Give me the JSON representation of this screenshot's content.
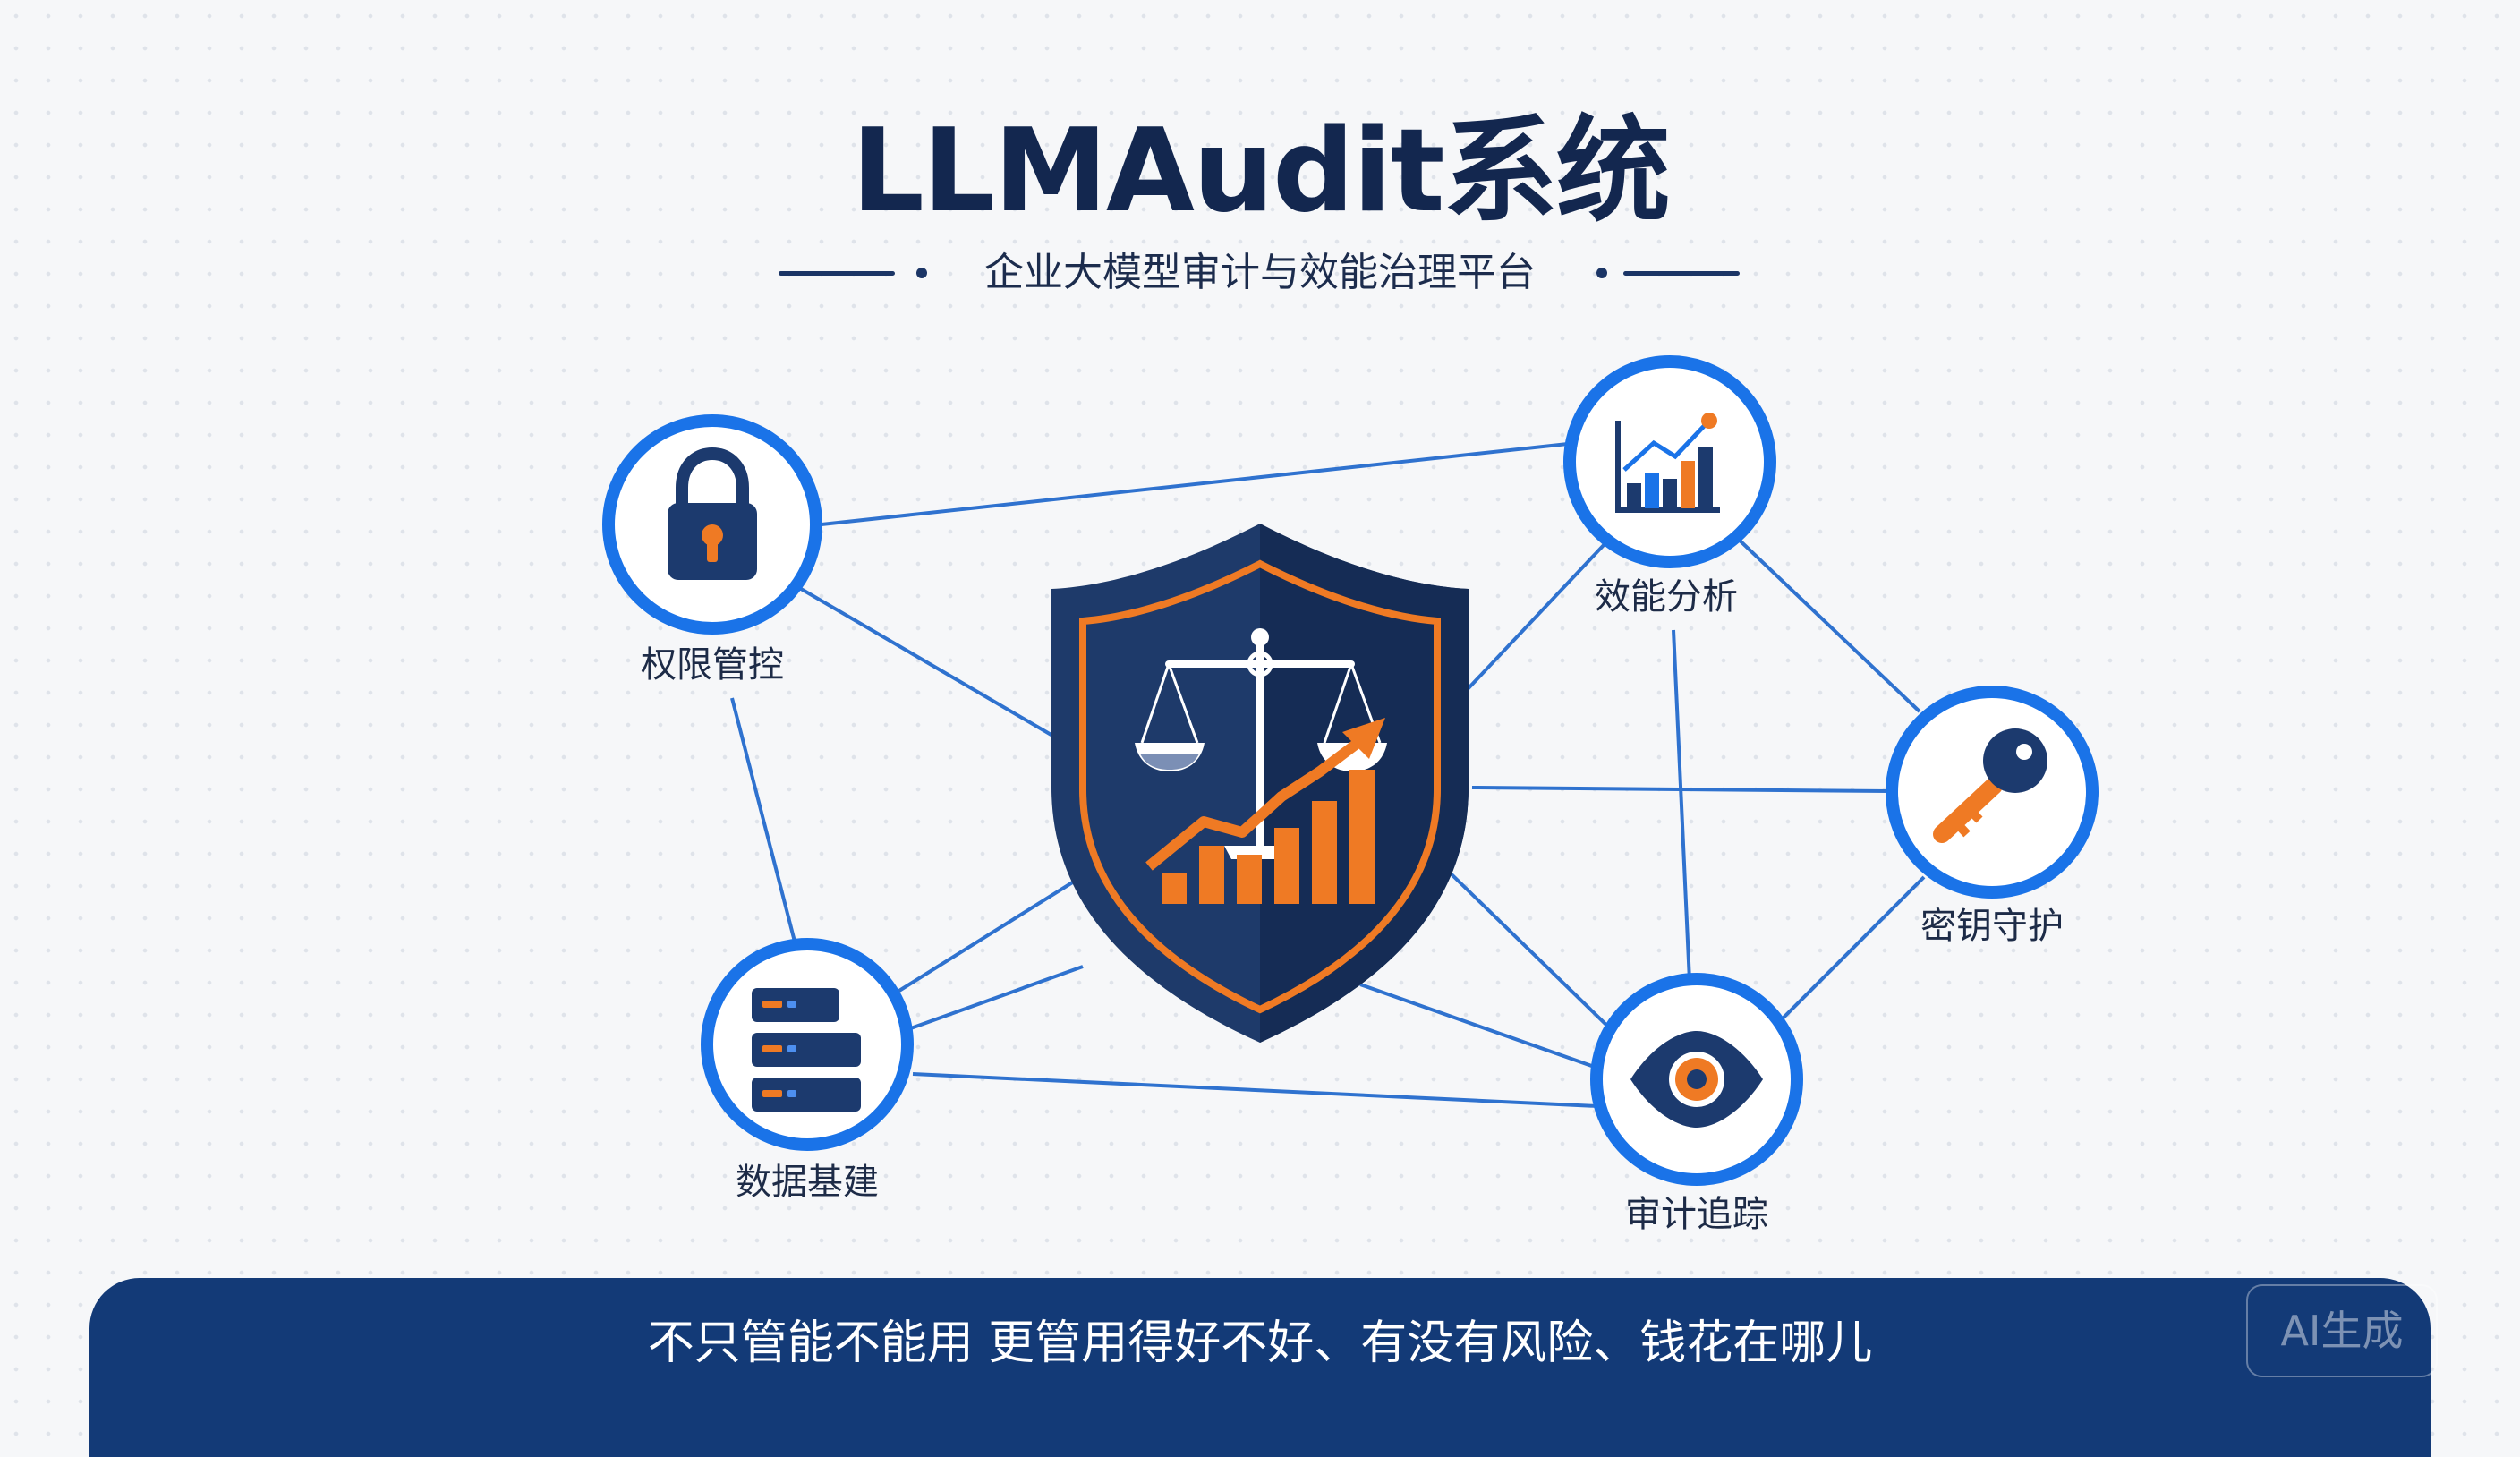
{
  "header": {
    "title": "LLMAudit系统",
    "subtitle": "企业大模型审计与效能治理平台"
  },
  "nodes": {
    "permission": {
      "label": "权限管控",
      "icon": "lock-icon"
    },
    "efficiency": {
      "label": "效能分析",
      "icon": "bar-chart-icon"
    },
    "key": {
      "label": "密钥守护",
      "icon": "key-icon"
    },
    "audit": {
      "label": "审计追踪",
      "icon": "eye-icon"
    },
    "data": {
      "label": "数据基建",
      "icon": "server-icon"
    }
  },
  "center": {
    "icon": "shield-scales-growth-icon"
  },
  "footer": {
    "text": "不只管能不能用 更管用得好不好、有没有风险、钱花在哪儿",
    "watermark": "AI生成"
  },
  "colors": {
    "navy": "#1b3566",
    "blue": "#1a73e8",
    "orange": "#f07a22",
    "banner": "#133a77"
  }
}
